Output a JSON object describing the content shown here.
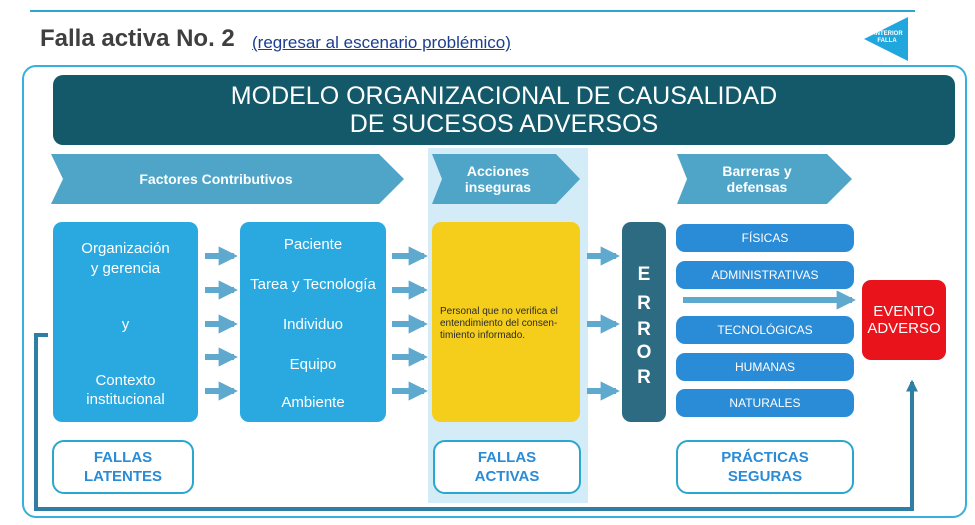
{
  "header": {
    "title": "Falla activa No. 2",
    "back_link": "(regresar al escenario problémico)",
    "prev_button": {
      "icon": "triangle-left-icon",
      "label_1": "ANTERIOR",
      "label_2": "FALLA"
    }
  },
  "model": {
    "title_line_1": "MODELO ORGANIZACIONAL DE CAUSALIDAD",
    "title_line_2": "DE SUCESOS ADVERSOS"
  },
  "headers": {
    "factores": "Factores Contributivos",
    "acciones_1": "Acciones",
    "acciones_2": "inseguras",
    "barreras_1": "Barreras y",
    "barreras_2": "defensas"
  },
  "organization": {
    "line_1": "Organización",
    "line_2": "y gerencia",
    "connector": "y",
    "line_3": "Contexto",
    "line_4": "institucional"
  },
  "factors": [
    "Paciente",
    "Tarea y Tecnología",
    "Individuo",
    "Equipo",
    "Ambiente"
  ],
  "unsafe_action": {
    "line_1": "Personal que no verifica el",
    "line_2": "entendimiento del consen-",
    "line_3": "timiento informado."
  },
  "error_letters": [
    "E",
    "R",
    "R",
    "O",
    "R"
  ],
  "barriers": [
    "FÍSICAS",
    "ADMINISTRATIVAS",
    "TECNOLÓGICAS",
    "HUMANAS",
    "NATURALES"
  ],
  "event": {
    "line_1": "EVENTO",
    "line_2": "ADVERSO"
  },
  "footers": {
    "latentes_1": "FALLAS",
    "latentes_2": "LATENTES",
    "activas_1": "FALLAS",
    "activas_2": "ACTIVAS",
    "practicas_1": "PRÁCTICAS",
    "practicas_2": "SEGURAS"
  },
  "colors": {
    "banner": "#13596a",
    "chevron": "#4ea5c8",
    "box_blue": "#2aa9e0",
    "barrier_blue": "#2a8bd6",
    "unsafe_yellow": "#f5ce1b",
    "error_box": "#2c6b82",
    "event_red": "#e8131b",
    "arrow": "#5fa9cf",
    "feedback_line": "#2f7ea3"
  }
}
